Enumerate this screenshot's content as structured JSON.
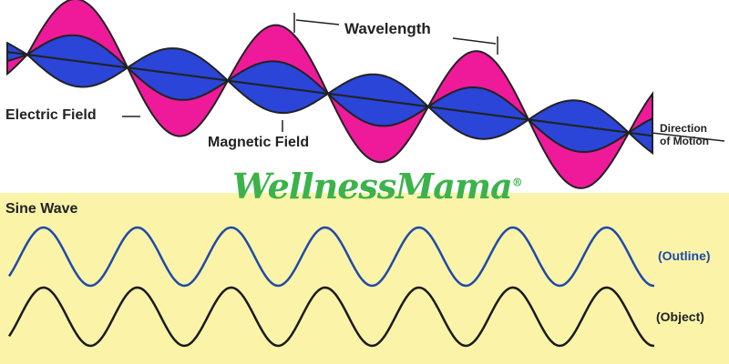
{
  "top": {
    "labels": {
      "wavelength": "Wavelength",
      "electric_field": "Electric Field",
      "magnetic_field": "Magnetic Field",
      "direction_line1": "Direction",
      "direction_line2": "of Motion"
    },
    "colors": {
      "electric": "#ee1a9a",
      "magnetic": "#2a45d8"
    }
  },
  "logo": {
    "text": "WellnessMama",
    "mark": "®"
  },
  "bottom": {
    "title": "Sine Wave",
    "outline_label": "(Outline)",
    "object_label": "(Object)",
    "colors": {
      "background": "#fbf3a8",
      "outline": "#1f4aa8",
      "object": "#1a1a1a"
    }
  }
}
